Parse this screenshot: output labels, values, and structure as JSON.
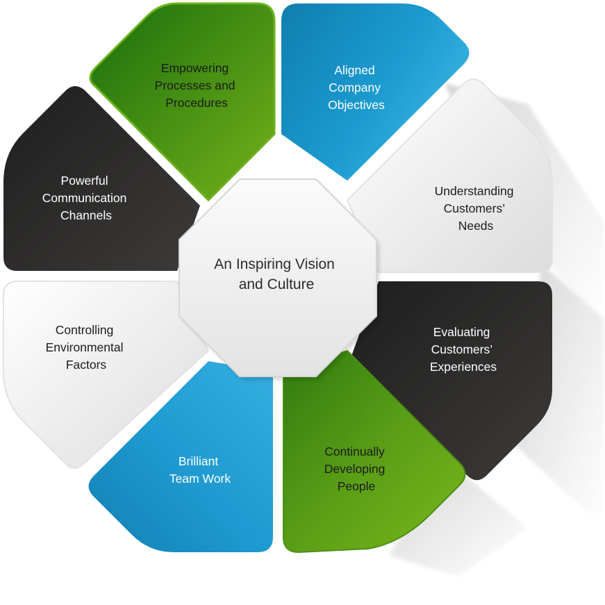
{
  "center": {
    "lines": [
      "An Inspiring Vision",
      "and Culture"
    ]
  },
  "segments": [
    {
      "id": "empowering",
      "lines": [
        "Empowering",
        "Processes and",
        "Procedures"
      ],
      "theme": "green"
    },
    {
      "id": "aligned",
      "lines": [
        "Aligned",
        "Company",
        "Objectives"
      ],
      "theme": "blue"
    },
    {
      "id": "understanding",
      "lines": [
        "Understanding",
        "Customers’",
        "Needs"
      ],
      "theme": "light"
    },
    {
      "id": "evaluating",
      "lines": [
        "Evaluating",
        "Customers’",
        "Experiences"
      ],
      "theme": "dark"
    },
    {
      "id": "developing",
      "lines": [
        "Continually",
        "Developing",
        "People"
      ],
      "theme": "green"
    },
    {
      "id": "teamwork",
      "lines": [
        "Brilliant",
        "Team Work"
      ],
      "theme": "blue"
    },
    {
      "id": "controlling",
      "lines": [
        "Controlling",
        "Environmental",
        "Factors"
      ],
      "theme": "light"
    },
    {
      "id": "communication",
      "lines": [
        "Powerful",
        "Communication",
        "Channels"
      ],
      "theme": "dark"
    }
  ],
  "colors": {
    "green": "#5fa11c",
    "blue": "#1e9fd3",
    "dark": "#333130",
    "light": "#ececec",
    "center": "#f3f3f3"
  }
}
